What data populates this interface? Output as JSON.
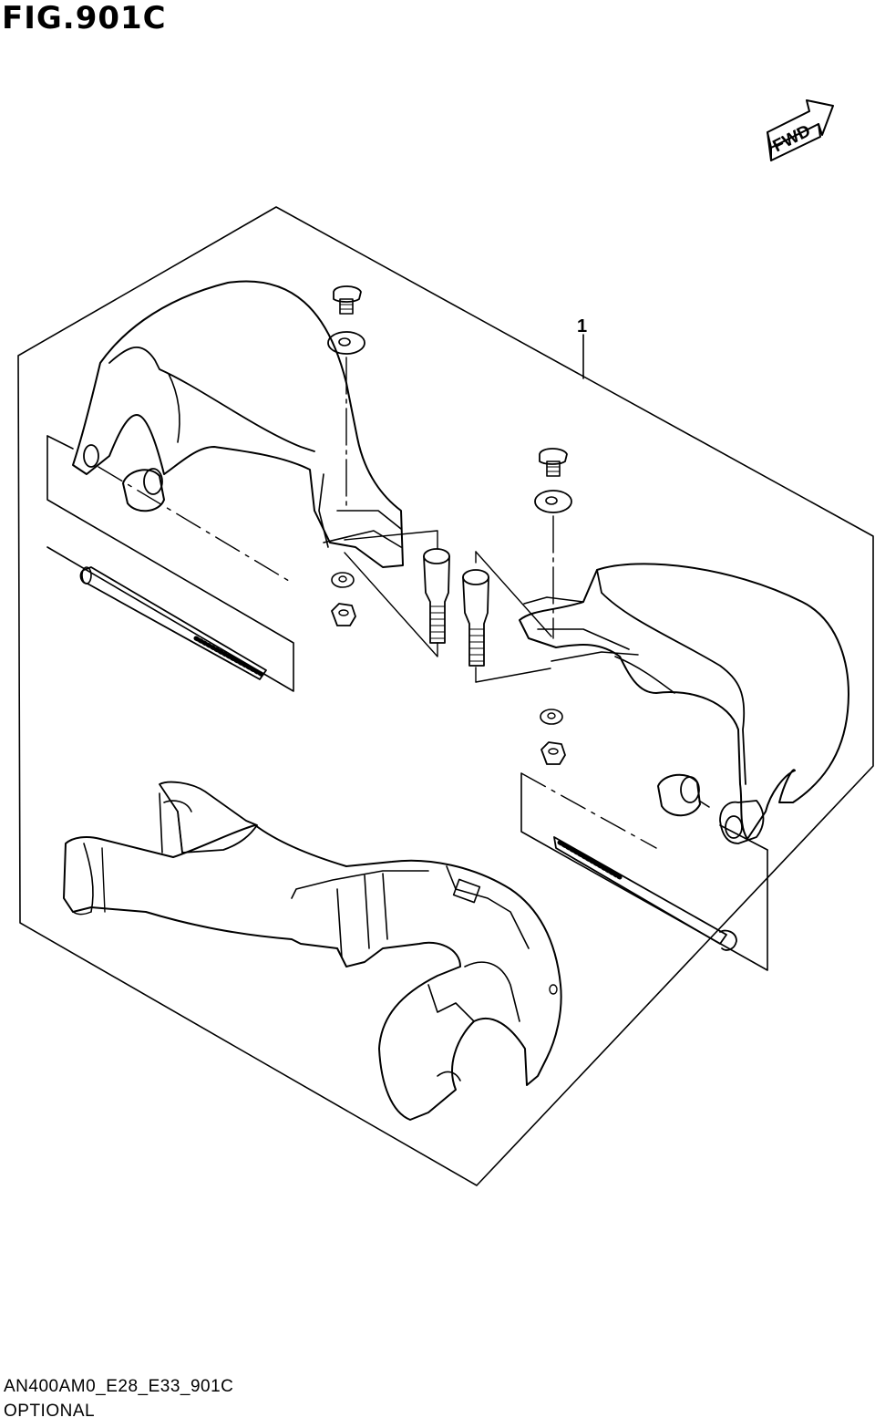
{
  "figure": {
    "title": "FIG.901C",
    "part_code": "AN400AM0_E28_E33_901C",
    "caption": "OPTIONAL"
  },
  "direction_marker": {
    "label": "FWD",
    "icon": "forward-arrow-icon"
  },
  "callouts": [
    {
      "number": "1"
    }
  ],
  "colors": {
    "line": "#000000",
    "background": "#ffffff"
  }
}
